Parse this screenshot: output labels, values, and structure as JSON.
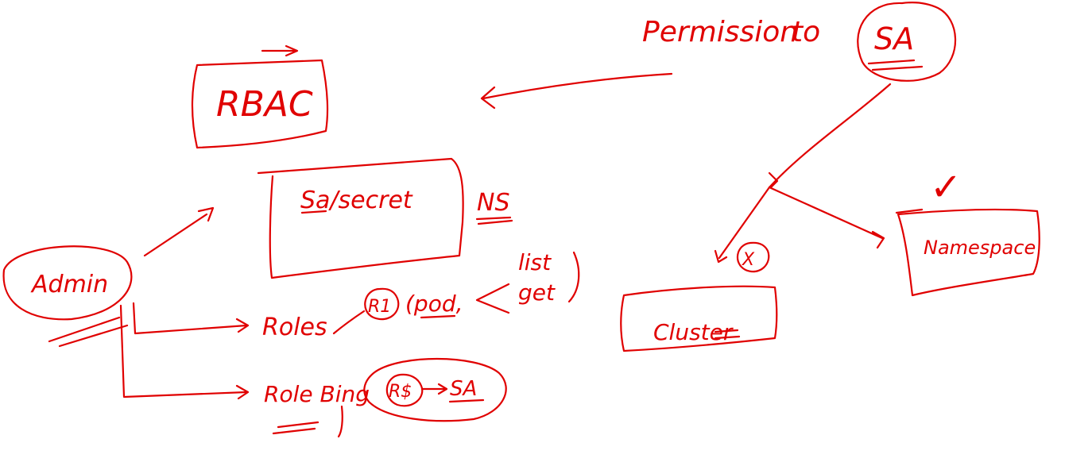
{
  "ink_color": "#e00000",
  "background_color": "#ffffff",
  "labels": {
    "permission": "Permission",
    "to": "to",
    "sa_top": "SA",
    "rbac": "RBAC",
    "sa_secret": "Sa/secret",
    "ns": "NS",
    "admin": "Admin",
    "roles": "Roles",
    "r1": "R1",
    "pod": "(pod,",
    "list": "list",
    "get": "get",
    "role_binding": "Role Bing",
    "rb": "R$",
    "sa_binding": "SA",
    "cross": "X",
    "cluster": "Cluster",
    "namespace": "Namespace",
    "check": "✓"
  }
}
